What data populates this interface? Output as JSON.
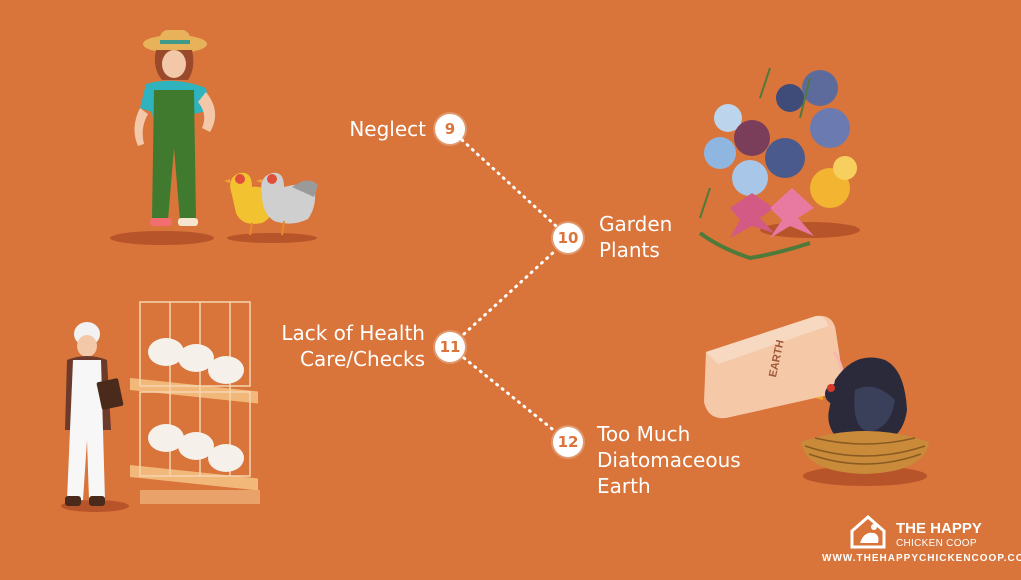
{
  "items": [
    {
      "number": "9",
      "label": "Neglect"
    },
    {
      "number": "10",
      "label_line1": "Garden",
      "label_line2": "Plants"
    },
    {
      "number": "11",
      "label_line1": "Lack of Health",
      "label_line2": "Care/Checks"
    },
    {
      "number": "12",
      "label_line1": "Too Much",
      "label_line2": "Diatomaceous",
      "label_line3": "Earth"
    }
  ],
  "bottle_text": "EARTH",
  "brand": {
    "title": "THE HAPPY",
    "subtitle": "CHICKEN COOP",
    "url": "WWW.THEHAPPYCHICKENCOOP.COM"
  },
  "colors": {
    "background": "#d9743a",
    "text": "#ffffff",
    "connector": "#ffffff"
  },
  "icons": [
    "farmer-illustration",
    "chickens-illustration",
    "flowers-illustration",
    "worker-illustration",
    "cage-illustration",
    "bottle-illustration",
    "hen-nest-illustration",
    "logo-icon"
  ]
}
